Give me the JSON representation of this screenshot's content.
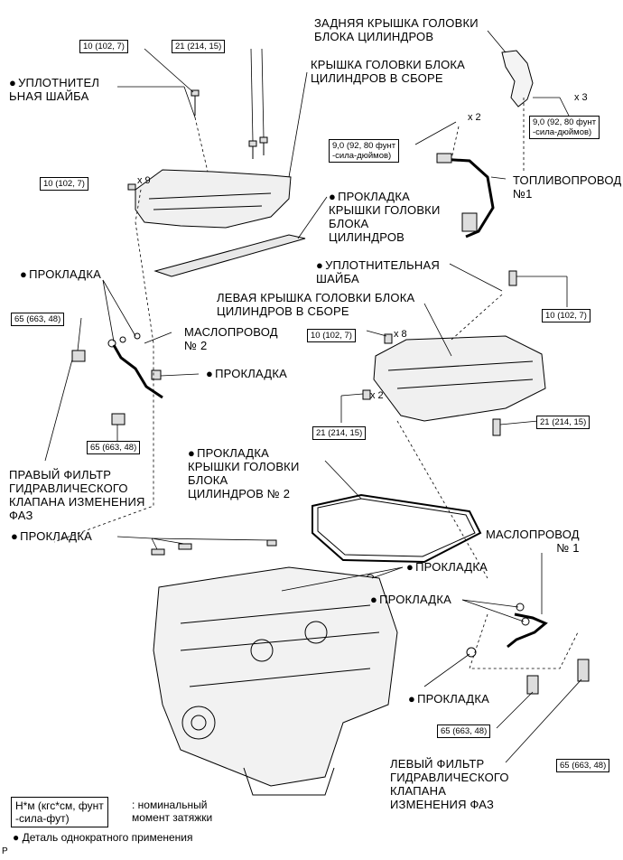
{
  "labels": {
    "rear_cover": "ЗАДНЯЯ КРЫШКА ГОЛОВКИ\nБЛОКА ЦИЛИНДРОВ",
    "seal_washer_1": "УПЛОТНИТЕЛ\nЬНАЯ ШАЙБА",
    "head_cover_assy": "КРЫШКА ГОЛОВКИ БЛОКА\nЦИЛИНДРОВ В СБОРЕ",
    "fuel_pipe": "ТОПЛИВОПРОВОД\n№1",
    "head_cover_gasket": "ПРОКЛАДКА\nКРЫШКИ ГОЛОВКИ\nБЛОКА\nЦИЛИНДРОВ",
    "seal_washer_2": "УПЛОТНИТЕЛЬНАЯ\nШАЙБА",
    "lh_head_cover": "ЛЕВАЯ КРЫШКА ГОЛОВКИ БЛОКА\nЦИЛИНДРОВ В СБОРЕ",
    "gasket_left_top": "ПРОКЛАДКА",
    "oil_pipe_2": "МАСЛОПРОВОД\n№ 2",
    "gasket_mid": "ПРОКЛАДКА",
    "rh_filter": "ПРАВЫЙ ФИЛЬТР\nГИДРАВЛИЧЕСКОГО\nКЛАПАНА ИЗМЕНЕНИЯ\nФАЗ",
    "head_cover_gasket_2": "ПРОКЛАДКА\nКРЫШКИ ГОЛОВКИ\nБЛОКА\nЦИЛИНДРОВ № 2",
    "gasket_engine_left": "ПРОКЛАДКА",
    "oil_pipe_1": "МАСЛОПРОВОД\n№ 1",
    "gasket_engine_right": "ПРОКЛАДКА",
    "gasket_right_a": "ПРОКЛАДКА",
    "gasket_right_b": "ПРОКЛАДКА",
    "lh_filter": "ЛЕВЫЙ ФИЛЬТР\nГИДРАВЛИЧЕСКОГО\nКЛАПАНА\nИЗМЕНЕНИЯ ФАЗ"
  },
  "torques": {
    "t1": "10 (102, 7)",
    "t2": "21 (214, 15)",
    "t3": "9,0 (92, 80 фунт\n-сила-дюймов)",
    "t4": "9,0 (92, 80 фунт\n-сила-дюймов)",
    "t5": "10 (102, 7)",
    "t6": "10 (102, 7)",
    "t7": "65 (663, 48)",
    "t8": "10 (102, 7)",
    "t9": "21 (214, 15)",
    "t10": "21 (214, 15)",
    "t11": "65 (663, 48)",
    "t12": "65 (663, 48)",
    "t13": "65 (663, 48)"
  },
  "quantities": {
    "q_x9": "x 9",
    "q_x3": "x 3",
    "q_x2a": "x 2",
    "q_x8": "x 8",
    "q_x2b": "x 2"
  },
  "legend": {
    "unit": "Н*м (кгс*см, фунт\n-сила-фут)",
    "unit_desc": ": номинальный\nмомент затяжки",
    "single_use": "Деталь однократного применения",
    "footer": "P"
  }
}
